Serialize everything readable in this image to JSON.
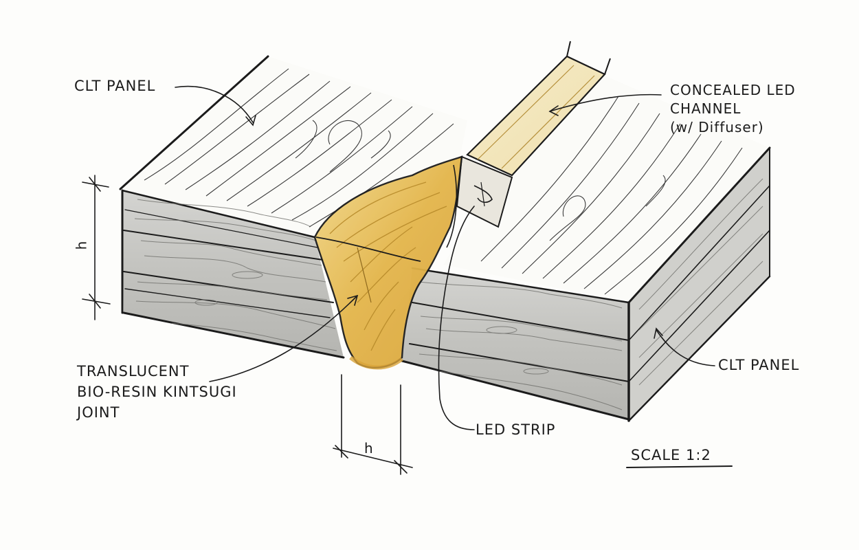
{
  "labels": {
    "clt_panel_left": "CLT PANEL",
    "concealed_led_channel": [
      "CONCEALED LED",
      "CHANNEL",
      "(w/ Diffuser)"
    ],
    "clt_panel_right": "CLT PANEL",
    "kintsugi_joint": [
      "TRANSLUCENT",
      "BIO-RESIN KINTSUGI",
      "JOINT"
    ],
    "led_strip": "LED STRIP",
    "scale": "SCALE 1:2"
  },
  "dimensions": {
    "panel_height": "h",
    "joint_width": "h"
  },
  "colors": {
    "ink": "#1b1b1b",
    "wood_gray": "#c9c9c6",
    "wood_gray_dark": "#a9a9a5",
    "resin_gold": "#e2b64c",
    "resin_light": "#f3dc97",
    "paper": "#fdfdfb"
  }
}
